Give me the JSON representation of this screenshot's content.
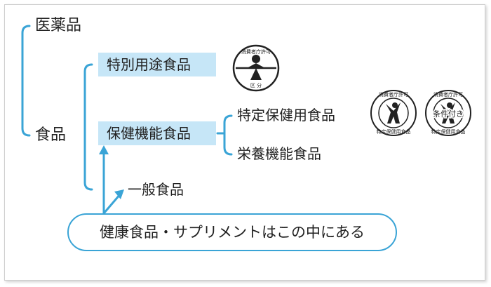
{
  "labels": {
    "iyakuhin": "医薬品",
    "shokuhin": "食品",
    "tokubetsu": "特別用途食品",
    "hoken_kino": "保健機能食品",
    "tokutei_hoken": "特定保健用食品",
    "eiyo_kino": "栄養機能食品",
    "ippan": "一般食品",
    "note": "健康食品・サプリメントはこの中にある"
  },
  "marks": {
    "special_use": {
      "top": "消費者庁許可",
      "bottom": "区 分"
    },
    "tokuho": {
      "top": "消費者庁許可",
      "bottom": "特定保健用食品"
    },
    "tokuho_conditional": {
      "top": "消費者庁許可",
      "middle": "条件付き",
      "bottom": "特定保健用食品"
    }
  },
  "colors": {
    "line": "#3aa4d6",
    "box": "#c6e6f7"
  }
}
